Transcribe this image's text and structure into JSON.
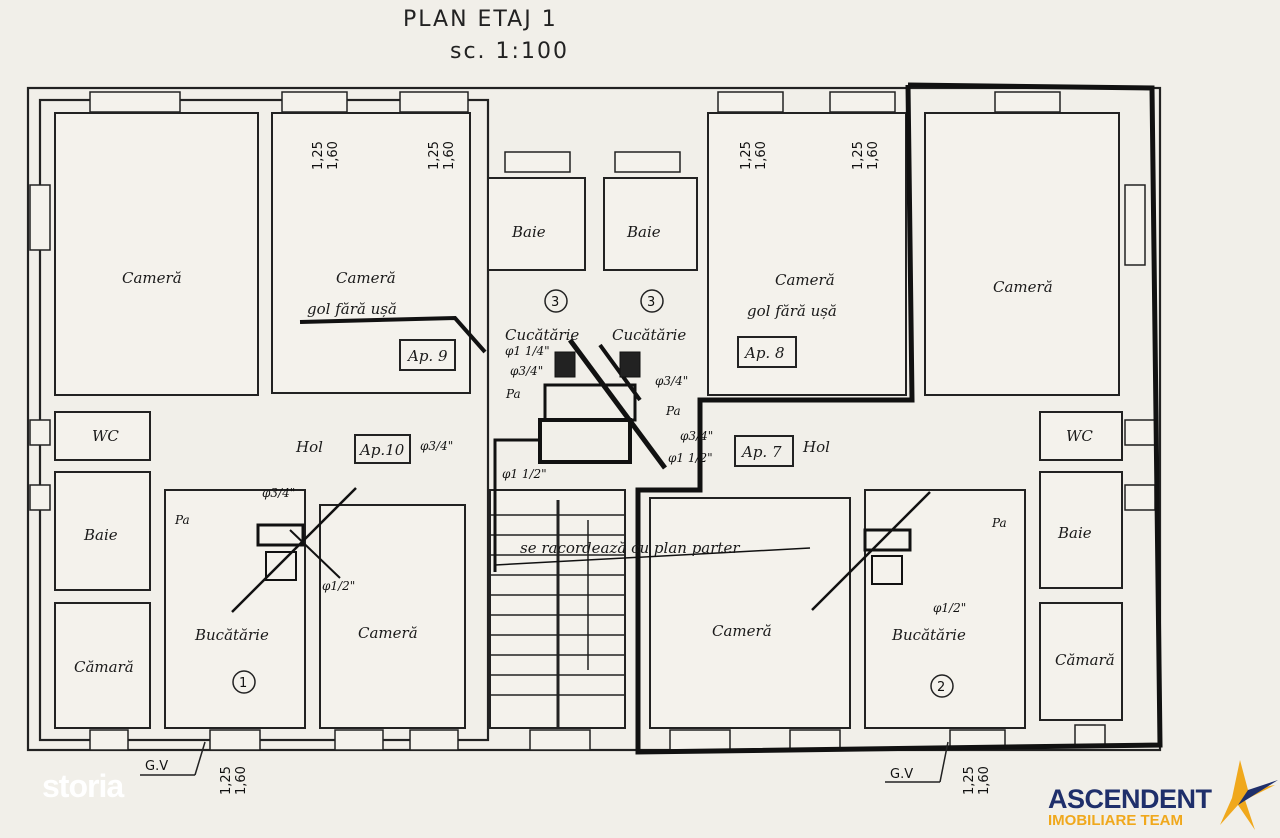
{
  "title": {
    "line1": "PLAN   ETAJ 1",
    "line2": "sc. 1:100"
  },
  "rooms": {
    "camera_top_left": "Cameră",
    "camera_ap9": "Cameră",
    "gol_left": "gol fără ușă",
    "ap9": "Ap. 9",
    "baie_left3": "Baie",
    "baie_right3": "Baie",
    "num3_left": "3",
    "num3_right": "3",
    "cucatarie_left": "Cucătărie",
    "cucatarie_right": "Cucătărie",
    "camera_ap8": "Cameră",
    "gol_right": "gol fără ușă",
    "ap8": "Ap. 8",
    "camera_top_right": "Cameră",
    "wc_left": "WC",
    "hol_left": "Hol",
    "ap10": "Ap.10",
    "baie_left": "Baie",
    "camara_left": "Cămară",
    "bucatarie_1": "Bucătărie",
    "num1": "1",
    "camera_bottom_left": "Cameră",
    "ap7": "Ap. 7",
    "hol_right": "Hol",
    "wc_right": "WC",
    "baie_right": "Baie",
    "camera_bottom_right": "Cameră",
    "bucatarie_2": "Bucătărie",
    "num2": "2",
    "camara_right": "Cămară"
  },
  "annotations": {
    "racordare": "se racordează cu plan parter",
    "pipes": [
      "φ1 1/4\"",
      "φ3/4\"",
      "φ3/4\"",
      "φ3/4\"",
      "φ1 1/2\"",
      "φ3/4\"",
      "φ1 1/2\"",
      "φ3/4\"",
      "φ1/2\"",
      "φ1/2\""
    ],
    "pa": "Pa",
    "gv": "G.V"
  },
  "dimensions": {
    "d1": "1,25",
    "d2": "1,60"
  },
  "watermarks": {
    "storia": "storia",
    "ascendent": "ASCENDENT",
    "ascendent_sub": "IMOBILIARE TEAM"
  },
  "colors": {
    "paper": "#f1efe9",
    "ink": "#222222",
    "ascendent_blue": "#1f2f6b",
    "ascendent_orange": "#f0a81c"
  }
}
